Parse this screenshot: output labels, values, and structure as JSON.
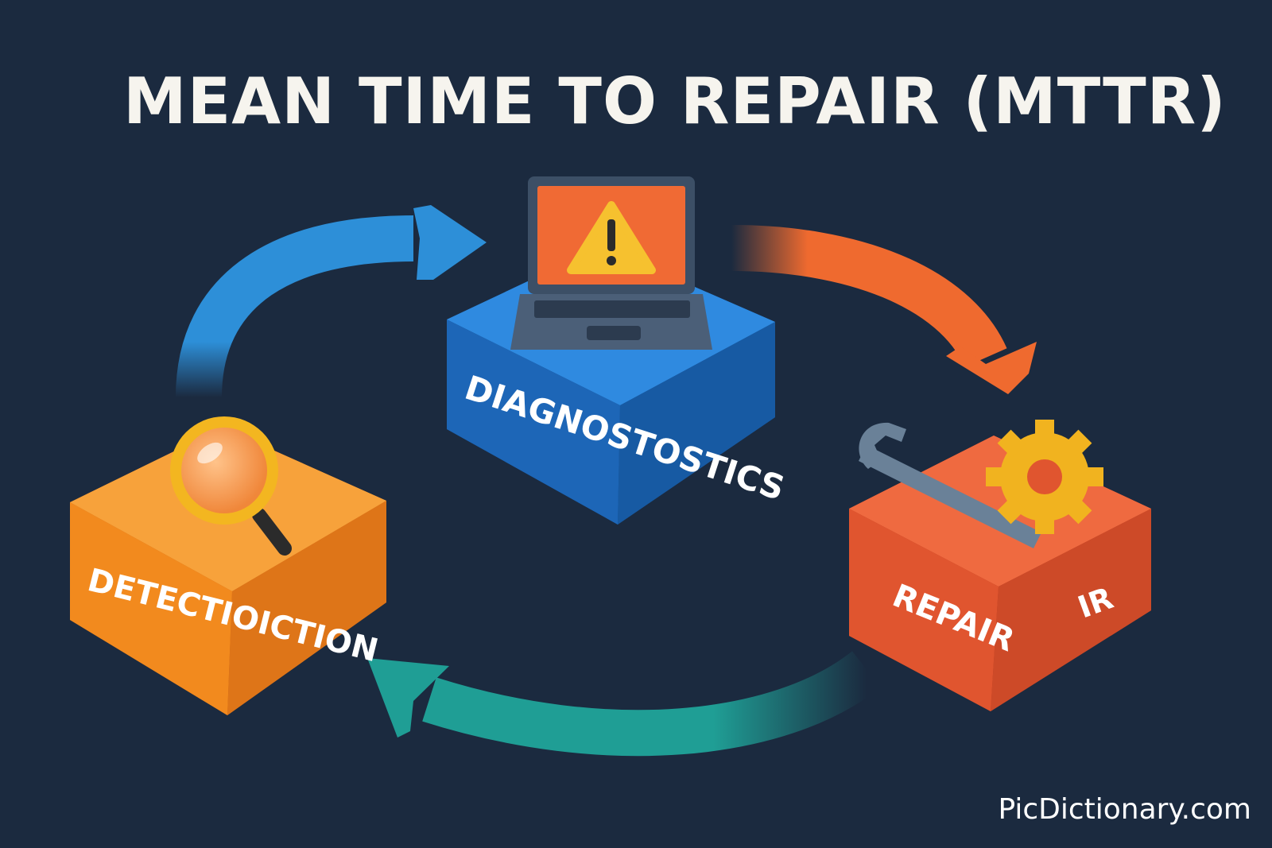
{
  "title": "MEAN TIME TO REPAIR (MTTR)",
  "watermark": "PicDictionary.com",
  "colors": {
    "background": "#1b2a3f",
    "detection": "#f28a1e",
    "diagnostics": "#1f6fc0",
    "repair": "#e0552f",
    "arrow_blue": "#2d8fd8",
    "arrow_orange": "#ef6a2f",
    "arrow_teal": "#1f9e95"
  },
  "stages": {
    "detection": {
      "label": "DETECTIOICTION",
      "icon": "magnifier-icon"
    },
    "diagnostics": {
      "label": "DIAGNOSTOSTICS",
      "icon": "laptop-warning-icon"
    },
    "repair": {
      "label": "REPAIR",
      "label_extra": "IR",
      "icon": "wrench-gear-icon"
    }
  }
}
